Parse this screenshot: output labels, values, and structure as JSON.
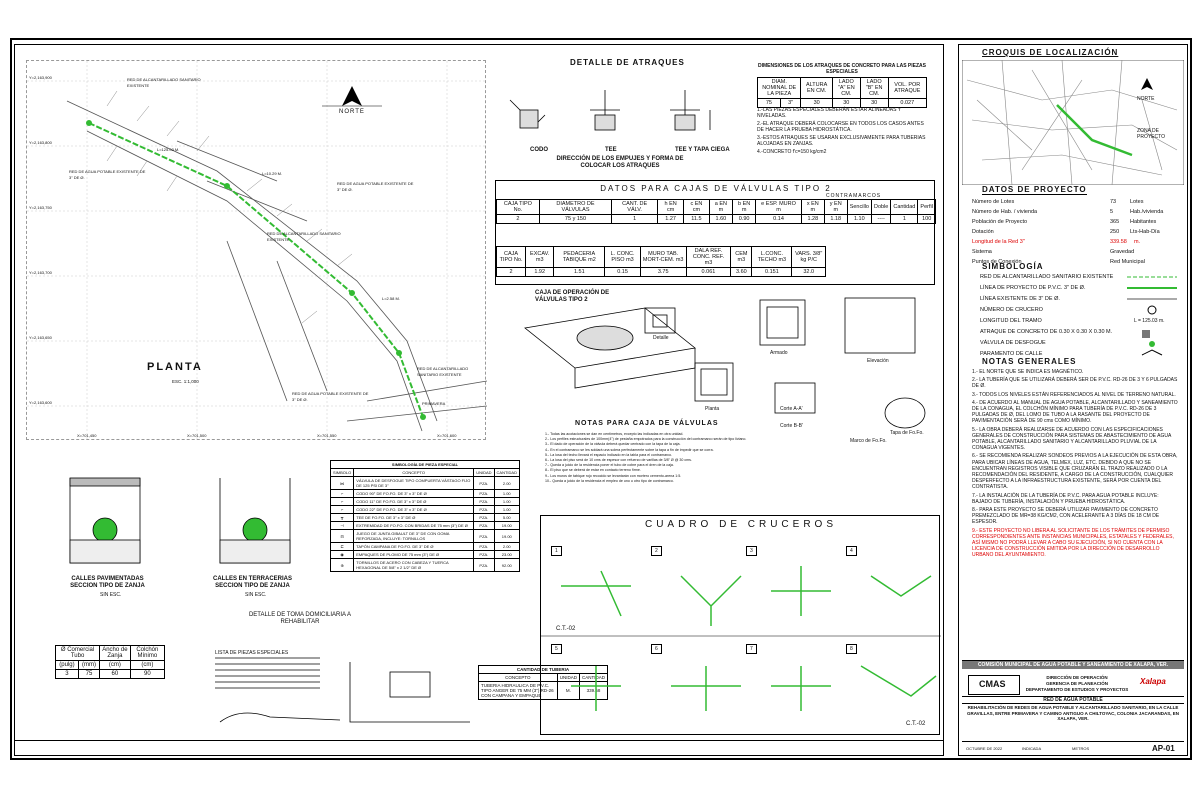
{
  "north_label": "NORTE",
  "plan": {
    "title": "PLANTA",
    "scale": "ESC. 1:1,000",
    "coords_y": [
      "Y=2,163,900",
      "Y=2,163,800",
      "Y=2,163,750",
      "Y=2,163,700",
      "Y=2,163,650",
      "Y=2,163,600"
    ],
    "coords_x": [
      "X=701,450",
      "X=701,500",
      "X=701,550",
      "X=701,600"
    ],
    "labels": [
      "RED DE ALCANTARILLADO SANITARIO EXISTENTE",
      "RED DE AGUA POTABLE EXISTENTE DE 3\" DE Ø.",
      "L=10.29 M.",
      "RED DE AGUA POTABLE EXISTENTE DE 3\" DE Ø.",
      "RED DE ALCANTARILLADO SANITARIO EXISTENTE",
      "L=2.58 M.",
      "RED DE ALCANTARILLADO SANITARIO EXISTENTE",
      "RED DE AGUA POTABLE EXISTENTE DE 3\" DE Ø.",
      "L=125.03 M.",
      "PRIMAVERA"
    ]
  },
  "atraques": {
    "title": "DETALLE DE ATRAQUES",
    "labels": [
      "CODO",
      "TEE",
      "TEE Y TAPA CIEGA"
    ],
    "subtitle": "DIRECCIÓN DE LOS EMPUJES Y FORMA DE COLOCAR LOS ATRAQUES",
    "table_title": "DIMENSIONES DE LOS ATRAQUES DE CONCRETO PARA LAS PIEZAS ESPECIALES",
    "headers": [
      "DIAM. NOMINAL DE LA PIEZA",
      "ALTURA EN CM.",
      "LADO \"A\" EN CM.",
      "LADO \"B\" EN CM.",
      "VOL. POR ATRAQUE"
    ],
    "row": [
      "75",
      "3\"",
      "30",
      "30",
      "30",
      "0.027"
    ],
    "notes": [
      "1.-LAS PIEZAS ESPECIALES DEBERÁN ESTAR ALINEADAS Y NIVELADAS.",
      "2.-EL ATRAQUE DEBERÁ COLOCARSE EN TODOS LOS CASOS ANTES DE HACER LA PRUEBA HIDROSTÁTICA.",
      "3.-ESTOS ATRAQUES SE USARAN EXCLUSIVAMENTE PARA TUBERIAS ALOJADAS EN ZANJAS.",
      "4.-CONCRETO f'c=150 kg/cm2"
    ]
  },
  "cajas": {
    "title": "DATOS PARA CAJAS DE VÁLVULAS TIPO 2",
    "h1": [
      "CAJA TIPO No.",
      "DIAMETRO DE VÁLVULAS",
      "CANT. DE VÁLV.",
      "h EN cm",
      "c EN cm",
      "a EN m",
      "b EN m",
      "e ESP. MURO m",
      "x EN m",
      "y EN m",
      "CONTRAMARCOS",
      "Sencillo",
      "Doble",
      "Cantidad",
      "Perfil"
    ],
    "r1": [
      "2",
      "75 y 150",
      "1",
      "1.27",
      "11.5",
      "1.60",
      "0.90",
      "0.14",
      "1.28",
      "1.18",
      "1.10",
      "----",
      "1",
      "100"
    ],
    "h2": [
      "CAJA TIPO No.",
      "EXCAV. m3",
      "PEDACERIA TABIQUE m2",
      "L. CONC. PISO m3",
      "MURO TAB. MORT-CEM. m3",
      "DALA REF. CONC. REF. m3",
      "CEM m3",
      "L.CONC. TECHO m3",
      "VARS. 3/8\" kg P/C"
    ],
    "r2": [
      "2",
      "1.92",
      "1.51",
      "0.15",
      "3.75",
      "0.061",
      "3.60",
      "0.151",
      "32.0"
    ]
  },
  "caja_op": {
    "title": "CAJA DE OPERACIÓN DE VÁLVULAS TIPO 2",
    "labels": [
      "Detalle",
      "Armado",
      "Elevación",
      "Planta",
      "Corte A-A'",
      "Corte B-B'",
      "Marco de Fo.Fo.",
      "Tapa de Fo.Fo."
    ]
  },
  "notas_valv": {
    "title": "NOTAS PARA CAJA DE VÁLVULAS",
    "items": [
      "1.- Todas las acotaciones se dan en centímetros, excepto las indicadas en otra unidad.",
      "2.- Los perfiles estructurales de 100mm(4\") de pestaña empotrados para la construcción del contramarco serán de tipo liviano.",
      "3.- El dado de operación de la válvula deberá quedar centrado con la tapa de la caja.",
      "4.- En el contramarco se les soldará una solera perfectamente sobre la tapa a fin de impedir que se corra.",
      "5.- La losa del techo llevará el espacio indicado en la tabla para el contramarco.",
      "6.- La losa del piso será de 10 cms de espesor con refuerzo de varillas de 3/8\" Ø @ 30 cms.",
      "7.- Queda a juicio de la residencia poner el tubo de cobre para el dren de la caja.",
      "8.- El piso que se deberá de estar en contacto terreno firme.",
      "9.- Los muros de tabique rojo recocido se levantarán con mortero cemento-arena 1:5.",
      "10.- Queda a juicio de la residencia el empleo de uno u otro tipo de contramarco."
    ]
  },
  "zanja": {
    "title1": "CALLES PAVIMENTADAS SECCION TIPO DE ZANJA",
    "title2": "CALLES EN TERRACERIAS SECCION TIPO DE ZANJA",
    "sin_esc": "SIN ESC.",
    "table_headers": [
      "Ø Comercial Tubo",
      "Ancho de Zanja",
      "Colchón Mínimo"
    ],
    "table_units": [
      "(pulg)",
      "(mm)",
      "(cm)",
      "(cm)"
    ],
    "table_row": [
      "3",
      "75",
      "60",
      "90"
    ]
  },
  "simbologia_piezas": {
    "title": "SIMBOLOGÍA DE PIEZA ESPECIAL",
    "headers": [
      "SIMBOLO",
      "CONCEPTO",
      "UNIDAD",
      "CANTIDAD"
    ],
    "rows": [
      [
        "VÁLVULA DE DESFOGUE TIPO COMPUERTA VÁSTAGO FIJO DE 125 PSI DE 3\"",
        "PZA.",
        "2.00"
      ],
      [
        "CODO 90° DE FO.FO. DE 3\" x 3\" DE Ø",
        "PZA.",
        "1.00"
      ],
      [
        "CODO 11° DE FO.FO. DE 3\" x 3\" DE Ø",
        "PZA.",
        "1.00"
      ],
      [
        "CODO 22° DE FO.FO. DE 3\" x 3\" DE Ø",
        "PZA.",
        "1.00"
      ],
      [
        "TEE DE FO.FO. DE 3\" x 3\" DE Ø",
        "PZA.",
        "5.00"
      ],
      [
        "EXTREMIDAD DE FO.FO. CON BRIDAS DE 75 mm (3\") DE Ø",
        "PZA.",
        "19.00"
      ],
      [
        "JUEGO DE JUNTA GIBAULT DE 3\" DE CON GOMA REFORZADA, INCLUYE: TORNILLOS",
        "PZA.",
        "19.00"
      ],
      [
        "TAPÓN CAMPANA DE FO.FO. DE 3\" DE Ø",
        "PZA.",
        "2.00"
      ],
      [
        "EMPAQUES DE PLOMO DE 75 mm (3\") DE Ø",
        "PZA.",
        "23.00"
      ],
      [
        "TORNILLOS DE ACERO CON CABEZA Y TUERCA HEXAGONAL DE 5/8\" x 2 1/2\" DE Ø",
        "PZA.",
        "92.00"
      ]
    ]
  },
  "toma": {
    "title": "DETALLE DE TOMA DOMICILIARIA A REHABILITAR",
    "list_title": "LISTA DE PIEZAS ESPECIALES"
  },
  "tuberia": {
    "title": "CANTIDAD DE TUBERIA",
    "headers": [
      "CONCEPTO",
      "UNIDAD",
      "CANTIDAD"
    ],
    "row": [
      "TUBERIA HIDRAULICA DE P.V.C. TIPO ANGER DE 75 MM (3\") RD-26 CON CAMPANA Y EMPAQUE",
      "M.",
      "339.58"
    ]
  },
  "cruceros": {
    "title": "CUADRO DE CRUCEROS",
    "items": [
      "1",
      "2",
      "3",
      "4",
      "5",
      "6",
      "7",
      "8"
    ],
    "ct": [
      "C.T.-02",
      "C.T.-02"
    ]
  },
  "croquis": {
    "title": "CROQUIS DE LOCALIZACIÓN",
    "zona": "ZONA DE PROYECTO"
  },
  "datos": {
    "title": "DATOS DE PROYECTO",
    "rows": [
      [
        "Número de Lotes",
        "73",
        "Lotes"
      ],
      [
        "Número de Hab. / vivienda",
        "5",
        "Hab./vivienda"
      ],
      [
        "Población de Proyecto",
        "365",
        "Habitantes"
      ],
      [
        "Dotación",
        "250",
        "Lts-Hab-Día"
      ],
      [
        "Longitud de la Red 3\"",
        "339.58",
        "m."
      ],
      [
        "Sistema",
        "Gravedad",
        ""
      ],
      [
        "Puntos de Conexión",
        "Red Municipal",
        ""
      ]
    ]
  },
  "simbologia": {
    "title": "SIMBOLOGÍA",
    "items": [
      "RED DE ALCANTARILLADO SANITARIO EXISTENTE",
      "LÍNEA DE PROYECTO DE P.V.C. 3\" DE Ø.",
      "LÍNEA EXISTENTE DE 3\" DE Ø.",
      "NÚMERO DE CRUCERO",
      "LONGITUD DEL TRAMO",
      "ATRAQUE DE CONCRETO DE 0.30 X 0.30 X 0.30 M.",
      "VÁLVULA DE DESFOGUE",
      "PARAMENTO DE CALLE"
    ],
    "longitud_value": "L = 125.03 m."
  },
  "notas": {
    "title": "NOTAS GENERALES",
    "items": [
      "1.- EL NORTE QUE SE INDICA ES MAGNÉTICO.",
      "2.- LA TUBERÍA QUE SE UTILIZARÁ DEBERÁ SER DE P.V.C. RD-26 DE 3 Y 6 PULGADAS DE Ø.",
      "3.- TODOS LOS NIVELES ESTÁN REFERENCIADOS AL NIVEL DE TERRENO NATURAL.",
      "4.- DE ACUERDO AL MANUAL DE AGUA POTABLE, ALCANTARILLADO Y SANEAMIENTO DE LA CONAGUA, EL COLCHÓN MÍNIMO PARA TUBERÍA DE P.V.C. RD-26 DE 3 PULGADAS DE Ø, DEL LOMO DE TUBO A LA RASANTE DEL PROYECTO DE PAVIMENTACIÓN SERÁ DE 90 cms COMO MÍNIMO.",
      "5.- LA OBRA DEBERÁ REALIZARSE DE ACUERDO CON LAS ESPECIFICACIONES GENERALES DE CONSTRUCCIÓN PARA SISTEMAS DE ABASTECIMIENTO DE AGUA POTABLE, ALCANTARILLADO SANITARIO Y ALCANTARILLADO PLUVIAL DE LA CONAGUA VIGENTES.",
      "6.- SE RECOMIENDA REALIZAR SONDEOS PREVIOS A LA EJECUCIÓN DE ESTA OBRA, PARA UBICAR LÍNEAS DE AGUA, TELMEX, LUZ, ETC. DEBIDO A QUE NO SE ENCUENTRAN REGISTROS VISIBLE QUE CRUZARÁN EL TRAZO REALIZADO O LA RECOMENDACIÓN DEL RESIDENTE, A CARGO DE LA CONSTRUCCIÓN, CUALQUIER DESPERFECTO A LA INFRAESTRUCTURA EXISTENTE, SERÁ POR CUENTA DEL CONTRATISTA.",
      "7.- LA INSTALACIÓN DE LA TUBERÍA DE P.V.C. PARA AGUA POTABLE INCLUYE: BAJADO DE TUBERÍA, INSTALACIÓN Y PRUEBA HIDROSTÁTICA.",
      "8.- PARA ESTE PROYECTO SE DEBERÁ UTILIZAR PAVIMENTO DE CONCRETO PREMEZCLADO DE MR=38 KG/CM2, CON ACELERANTE A 3 DÍAS DE 18 CM DE ESPESOR."
    ],
    "red_note": "9.- ESTE PROYECTO NO LIBERA AL SOLICITANTE DE LOS TRÁMITES DE PERMISO CORRESPONDIENTES ANTE INSTANCIAS MUNICIPALES, ESTATALES Y FEDERALES, ASÍ MISMO NO PODRÁ LLEVAR A CABO SU EJECUCIÓN, SI NO CUENTA CON LA LICENCIA DE CONSTRUCCIÓN EMITIDA POR LA DIRECCIÓN DE DESARROLLO URBANO DEL AYUNTAMIENTO."
  },
  "titleblock": {
    "org": "COMISIÓN MUNICIPAL DE AGUA POTABLE Y SANEAMIENTO DE XALAPA, VER.",
    "logo_left": "CMAS",
    "logo_right": "Xalapa",
    "dir1": "DIRECCIÓN DE OPERACIÓN",
    "dir2": "GERENCIA DE PLANEACIÓN",
    "dir3": "DEPARTAMENTO DE ESTUDIOS Y PROYECTOS",
    "plano_title": "RED DE AGUA POTABLE",
    "project": "REHABILITACIÓN DE REDES DE AGUA POTABLE Y ALCANTARILLADO SANITARIO, EN LA CALLE GRAVILLAS, ENTRE PRIMAVERA Y CAMINO ANTIGUO A CHILTOYAC, COLONIA JACARANDAS, EN XALAPA, VER.",
    "clave": "AP-01",
    "fecha": "OCTUBRE DE 2022",
    "escala": "INDICADA",
    "acot": "METROS"
  }
}
